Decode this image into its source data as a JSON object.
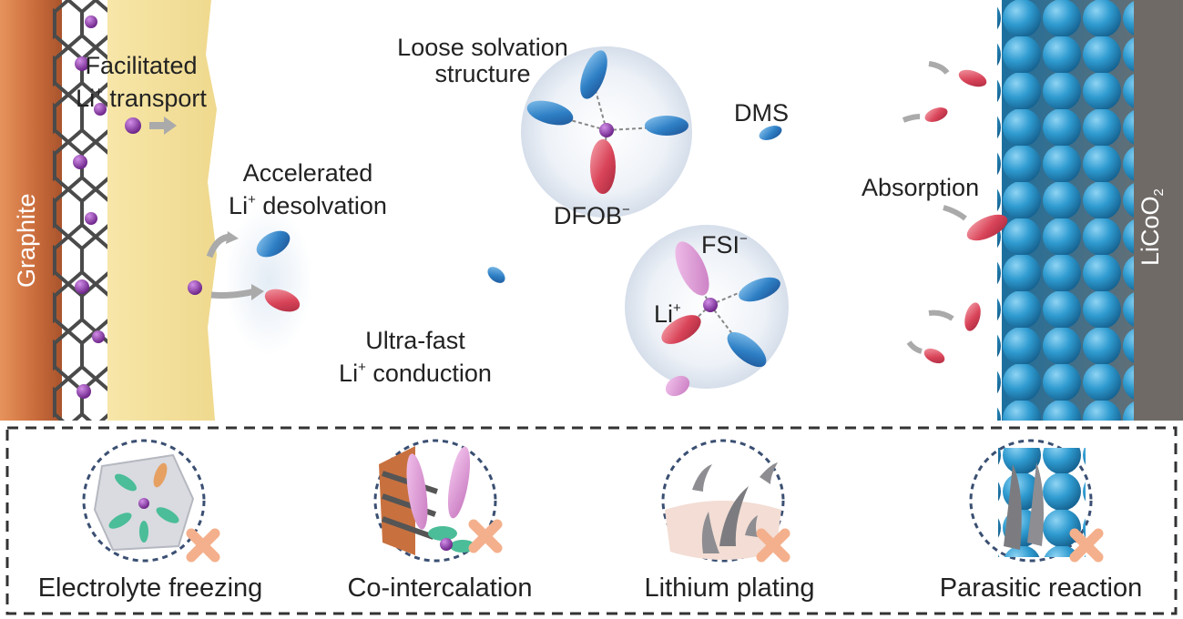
{
  "labels": {
    "graphite": "Graphite",
    "licoo2_main": "LiCoO",
    "licoo2_sub": "2",
    "facilitated_line1": "Facilitated",
    "facilitated_line2_main": "Li",
    "facilitated_line2_sup": "+",
    "facilitated_line2_rest": " transport",
    "accelerated_line1": "Accelerated",
    "accelerated_line2_main": "Li",
    "accelerated_line2_sup": "+",
    "accelerated_line2_rest": " desolvation",
    "loose_line1": "Loose solvation",
    "loose_line2": "structure",
    "dms": "DMS",
    "dfob_main": "DFOB",
    "dfob_sup": "−",
    "fsi_main": "FSI",
    "fsi_sup": "−",
    "li_main": "Li",
    "li_sup": "+",
    "ultrafast_line1": "Ultra-fast",
    "ultrafast_line2_main": "Li",
    "ultrafast_line2_sup": "+",
    "ultrafast_line2_rest": " conduction",
    "absorption": "Absorption"
  },
  "failure_modes": [
    {
      "label": "Electrolyte freezing"
    },
    {
      "label": "Co-intercalation"
    },
    {
      "label": "Lithium plating"
    },
    {
      "label": "Parasitic reaction"
    }
  ],
  "colors": {
    "li_ion": "#8e3fa6",
    "solvent_blue": "#2f7fc6",
    "anion_red": "#d94459",
    "anion_pink": "#d88ad0",
    "cathode_blue": "#2a93c6",
    "graphite_brown": "#c8713f",
    "sei_yellow": "#f3e1a0",
    "cross_orange": "#f4b08c"
  }
}
